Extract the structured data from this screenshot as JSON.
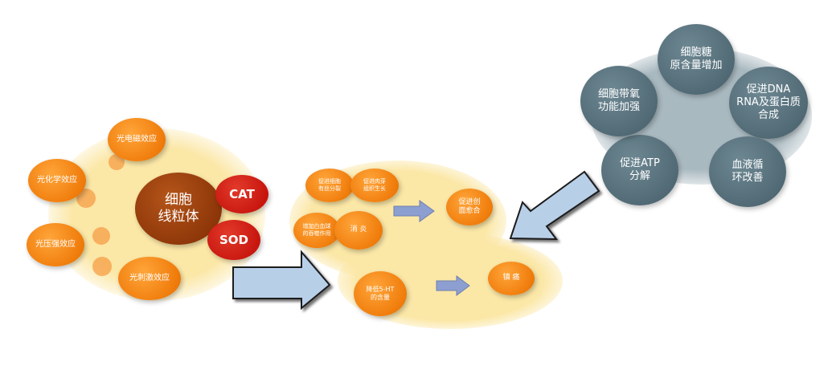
{
  "left_cluster": {
    "center": "细胞\n线粒体",
    "cat": "CAT",
    "sod": "SOD",
    "effects": [
      "光电磁效应",
      "光化学效应",
      "光压强效应",
      "光刺激效应"
    ]
  },
  "middle_cluster": {
    "promote_cell": "促进细胞\n有丝分裂",
    "promote_tissue": "促进肉芽\n组织生长",
    "increase_blood": "增加白血球\n的吞噬作用",
    "anti_inflammation": "消  炎",
    "promote_healing": "促进创\n面愈合",
    "reduce_5ht": "降低5-HT\n的含量",
    "analgesia": "镇  痛"
  },
  "right_cluster": {
    "items": [
      "细胞糖\n原含量增加",
      "促进DNA\nRNA及蛋白质\n合成",
      "血液循\n环改善",
      "促进ATP\n分解",
      "细胞带氧\n功能加强"
    ]
  },
  "colors": {
    "orange": "#f07d0c",
    "gray": "#55707b",
    "red": "#c7150e",
    "brown": "#8c3508",
    "arrow_fill": "#b8cfe8",
    "blob": "#fbe7a6"
  },
  "icons": [
    "arrow-right-icon",
    "arrow-down-left-icon",
    "small-arrow-right-icon"
  ]
}
